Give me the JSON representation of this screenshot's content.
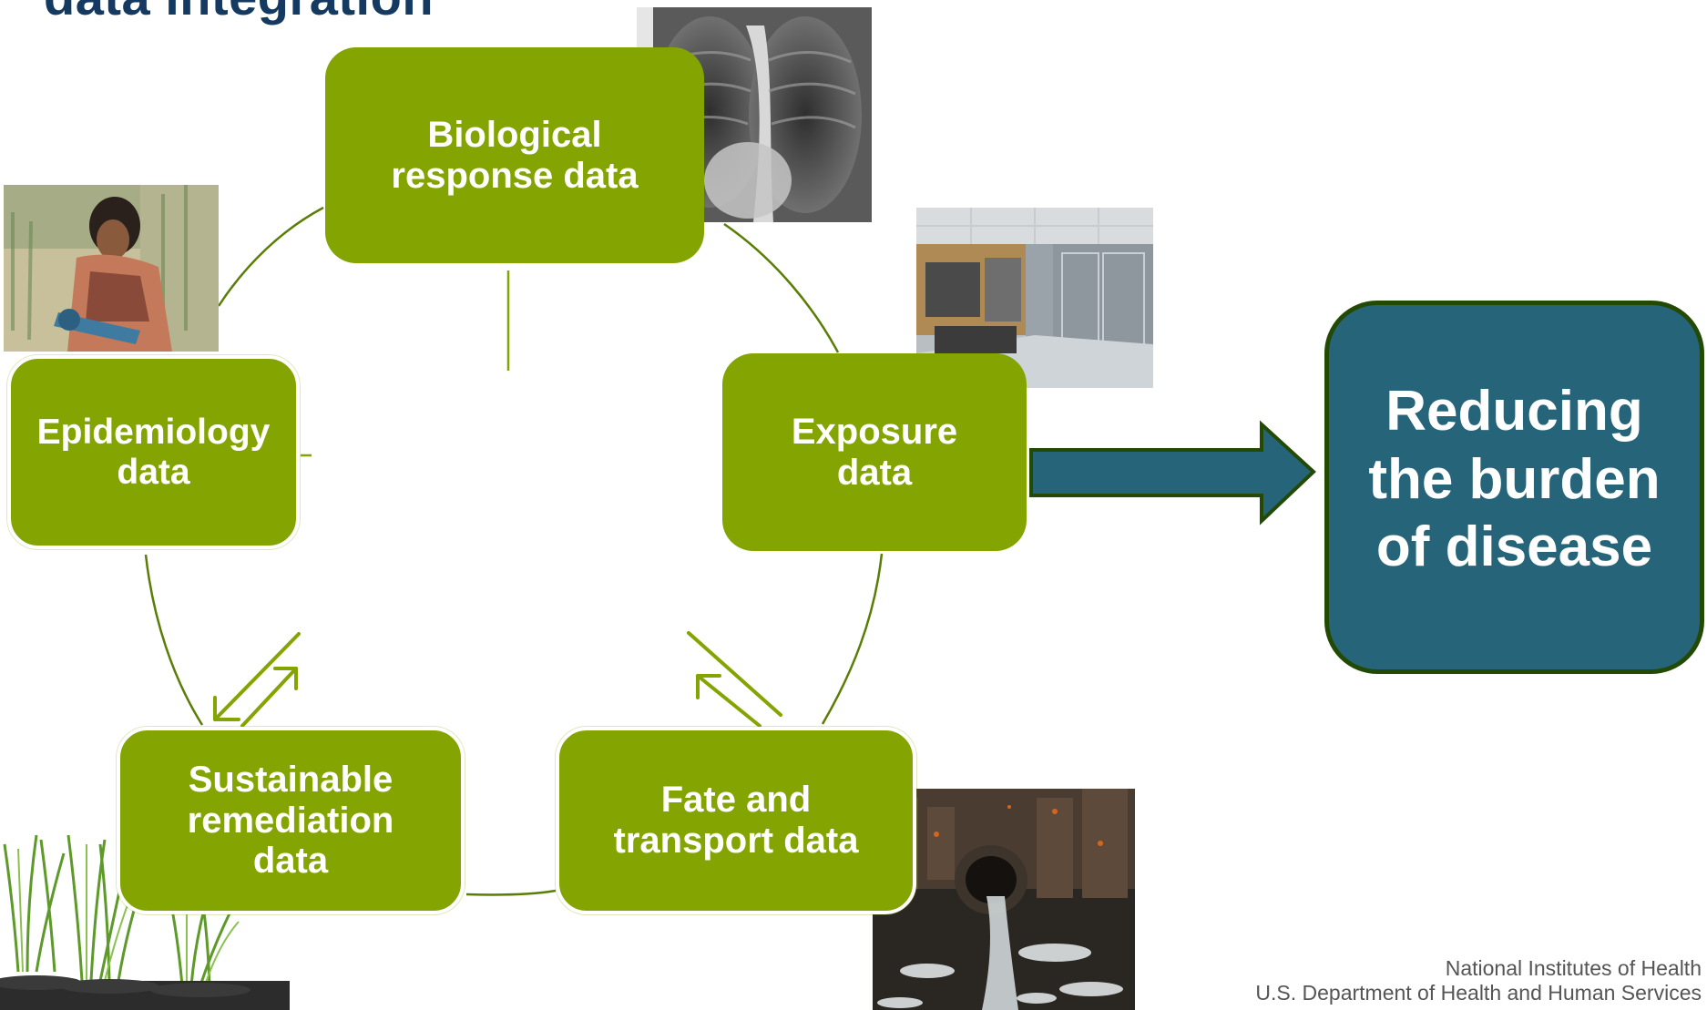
{
  "slide": {
    "title": "data integration"
  },
  "cycle": {
    "nodes": [
      {
        "id": "biological",
        "label": "Biological\nresponse data"
      },
      {
        "id": "epidemiology",
        "label": "Epidemiology\ndata"
      },
      {
        "id": "exposure",
        "label": "Exposure\ndata"
      },
      {
        "id": "sustainable",
        "label": "Sustainable\nremediation\ndata"
      },
      {
        "id": "fate",
        "label": "Fate and\ntransport data"
      }
    ]
  },
  "goal": {
    "label": "Reducing\nthe burden\nof disease"
  },
  "footer": {
    "org": "National Institutes of Health",
    "dept": "U.S. Department of Health and Human Services"
  },
  "colors": {
    "node_green": "#84a402",
    "goal_teal": "#266479",
    "goal_border": "#234a04",
    "title_navy": "#153a62",
    "connector_green": "#5a7d06",
    "arrow_teal": "#266479"
  },
  "icons": {
    "xray_photo": "chest-xray-image",
    "woman_photo": "woman-pumping-water-image",
    "lab_photo": "laboratory-room-image",
    "grass_photo": "potted-grass-image",
    "pipe_photo": "pipe-discharge-image"
  }
}
